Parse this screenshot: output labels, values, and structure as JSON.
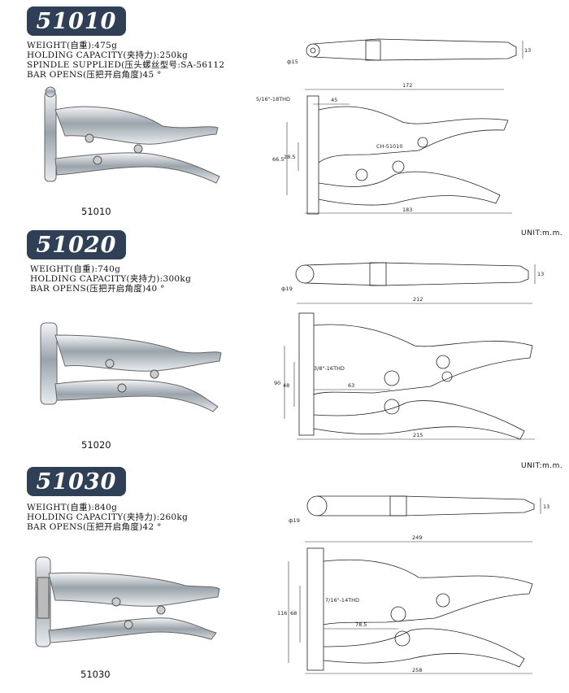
{
  "products": [
    {
      "badge": "51010",
      "specs": [
        "WEIGHT(自重):475g",
        "HOLDING CAPACITY(夹持力):250kg",
        "SPINDLE SUPPLIED(压头螺丝型号:SA-56112",
        "BAR OPENS(压把开启角度)45 °"
      ],
      "model": "51010",
      "dims": {
        "top_dia": "ф15",
        "top_h": "13",
        "thread": "5/16\"-18THD",
        "d1": "45",
        "d2": "172",
        "v1": "66.5",
        "v2": "28.5",
        "bottom": "183",
        "label": "CH-51010"
      }
    },
    {
      "badge": "51020",
      "specs": [
        "WEIGHT(自重):740g",
        "HOLDING CAPACITY(夹持力):300kg",
        "BAR OPENS(压把开启角度)40 °"
      ],
      "model": "51020",
      "dims": {
        "top_dia": "ф19",
        "top_h": "13",
        "thread": "3/8\"-16THD",
        "d1": "63",
        "d2": "212",
        "v1": "90",
        "v2": "48",
        "bottom": "215"
      }
    },
    {
      "badge": "51030",
      "specs": [
        "WEIGHT(自重):840g",
        "HOLDING CAPACITY(夹持力):260kg",
        "BAR OPENS(压把开启角度)42 °"
      ],
      "model": "51030",
      "dims": {
        "top_dia": "ф19",
        "top_h": "13",
        "thread": "7/16\"-14THD",
        "d1": "78.5",
        "d2": "249",
        "v1": "116",
        "v2": "68",
        "bottom": "258"
      }
    }
  ],
  "units": [
    "UNIT:m.m.",
    "UNIT:m.m."
  ]
}
